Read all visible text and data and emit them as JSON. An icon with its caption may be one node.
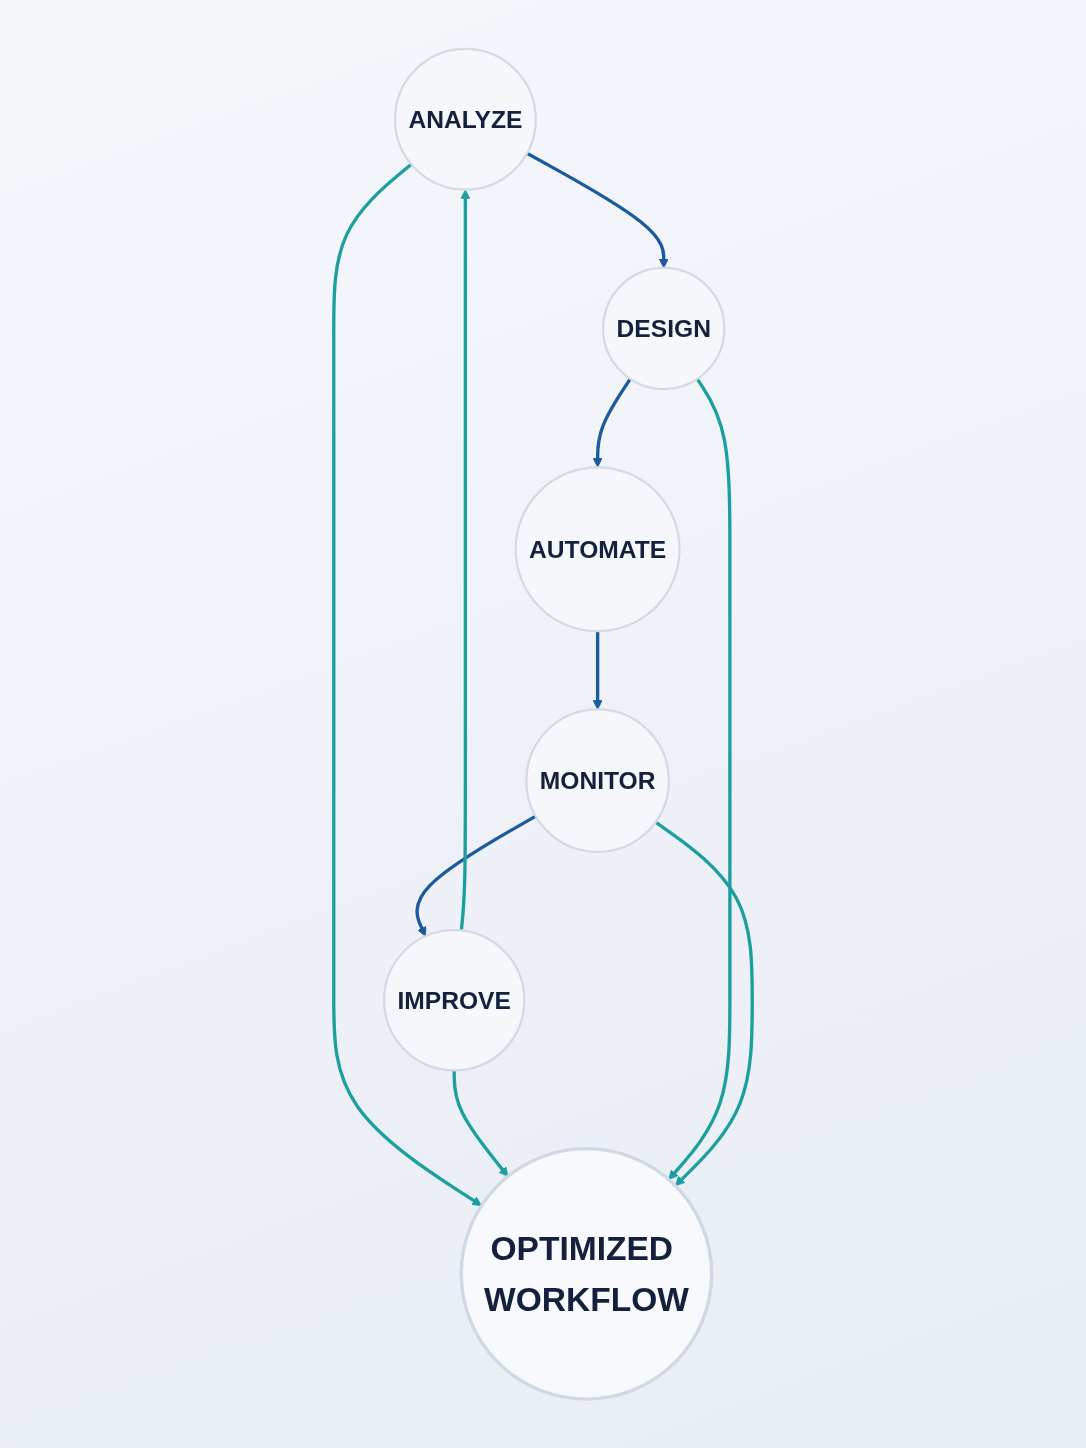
{
  "diagram": {
    "nodes": [
      {
        "text": [
          "ANALYZE"
        ]
      },
      {
        "text": [
          "IMPROVE"
        ]
      },
      {
        "text": [
          "OPTIMIZED WORKFLOW"
        ]
      },
      {
        "text": [
          "DESIGN"
        ]
      },
      {
        "text": [
          "MONITOR"
        ]
      },
      {
        "text": [
          "AUTOMATE"
        ]
      }
    ],
    "edges": [
      {
        "from": 0,
        "to": 3,
        "arrow": "to",
        "color": "#1b5a9c"
      },
      {
        "from": 3,
        "to": 5,
        "arrow": "to",
        "color": "#1b5a9c"
      },
      {
        "from": 5,
        "to": 4,
        "arrow": "to",
        "color": "#1b5a9c"
      },
      {
        "from": 4,
        "to": 1,
        "arrow": "to",
        "color": "#1b5a9c"
      },
      {
        "from": 1,
        "to": 0,
        "arrow": "to"
      },
      {
        "from": 0,
        "to": 2,
        "arrow": "to"
      },
      {
        "from": 1,
        "to": 2,
        "arrow": "to"
      },
      {
        "from": 3,
        "to": 2,
        "arrow": "to"
      },
      {
        "from": 4,
        "to": 2,
        "arrow": "to"
      }
    ]
  }
}
